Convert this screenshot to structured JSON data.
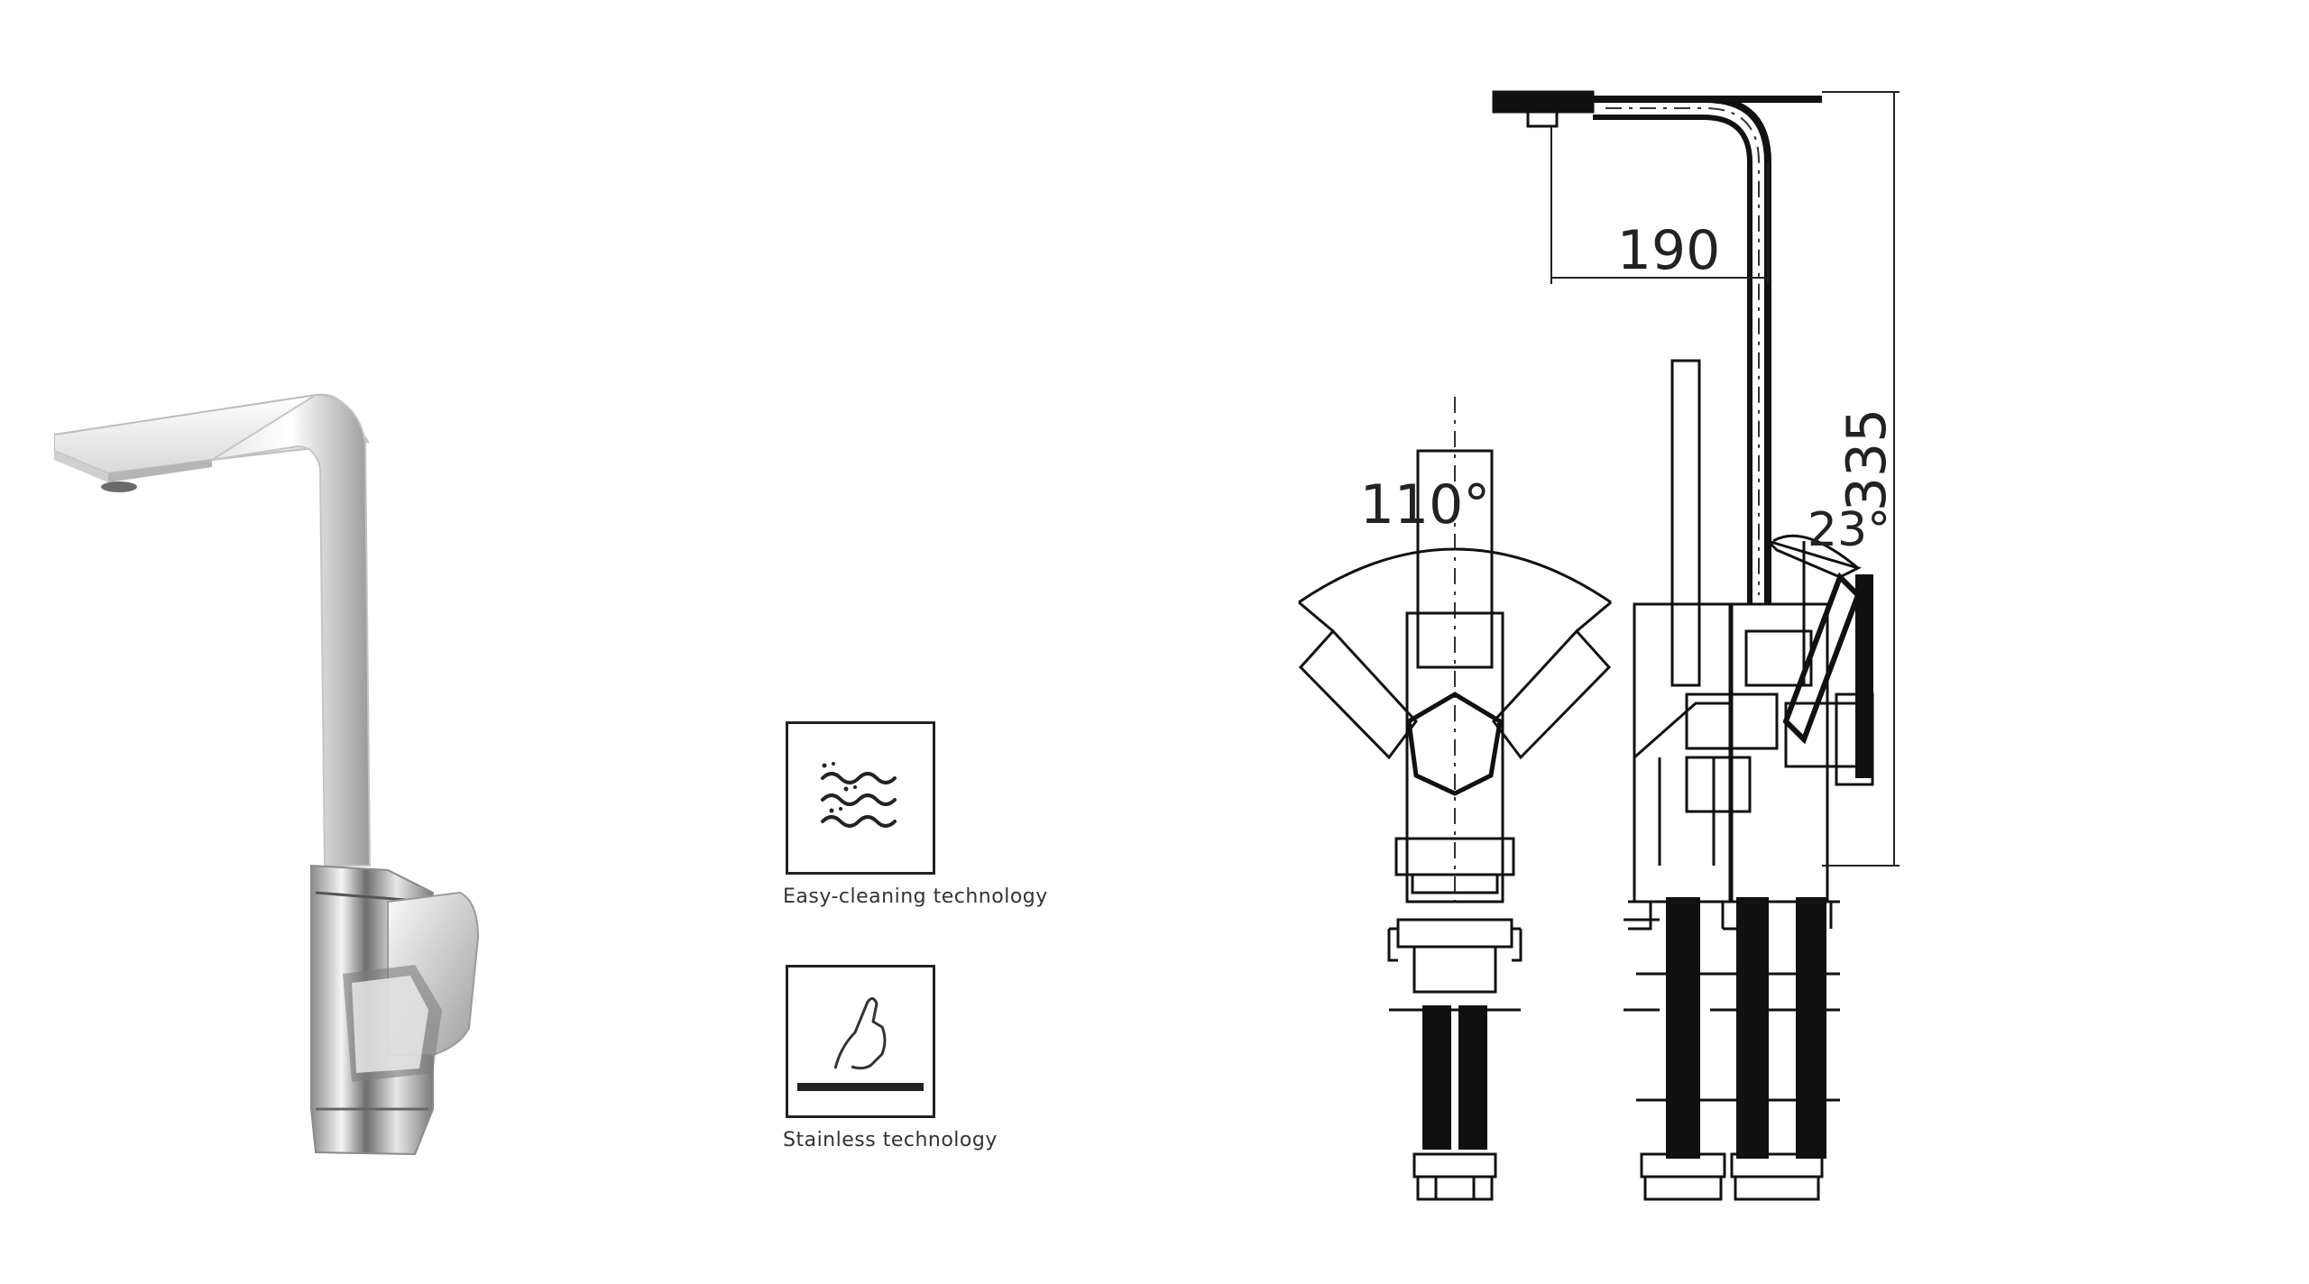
{
  "features": [
    {
      "caption": "Easy-cleaning technology",
      "icon": "water-waves-icon"
    },
    {
      "caption": "Stainless technology",
      "icon": "hand-touch-icon"
    }
  ],
  "dimensions": {
    "spout_reach": "190",
    "height": "335",
    "handle_swivel": "110°",
    "handle_tilt": "23°"
  },
  "colors": {
    "line": "#111111",
    "chrome_light": "#f2f2f2",
    "chrome_dark": "#5a5a5a"
  }
}
